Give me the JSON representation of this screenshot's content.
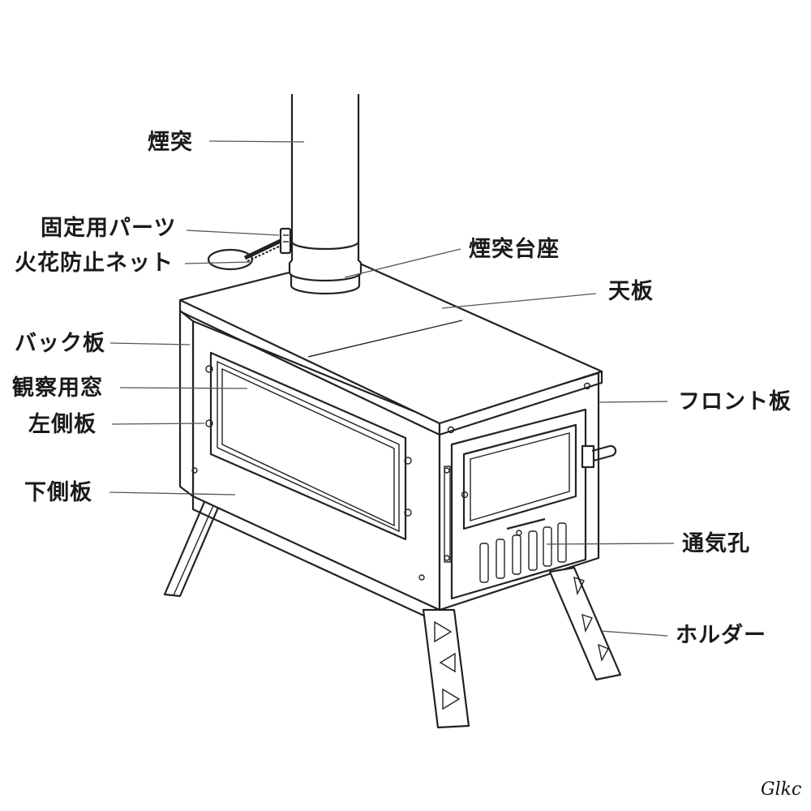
{
  "labels": {
    "chimney": "煙突",
    "fixing_parts": "固定用パーツ",
    "spark_net": "火花防止ネット",
    "back_panel": "バック板",
    "viewing_window": "観察用窓",
    "left_panel": "左側板",
    "bottom_panel": "下側板",
    "chimney_base": "煙突台座",
    "top_panel": "天板",
    "front_panel": "フロント板",
    "vents": "通気孔",
    "holder": "ホルダー"
  },
  "watermark": "Glkc",
  "colors": {
    "line": "#222222",
    "text": "#1a1a1a",
    "background": "#ffffff"
  }
}
